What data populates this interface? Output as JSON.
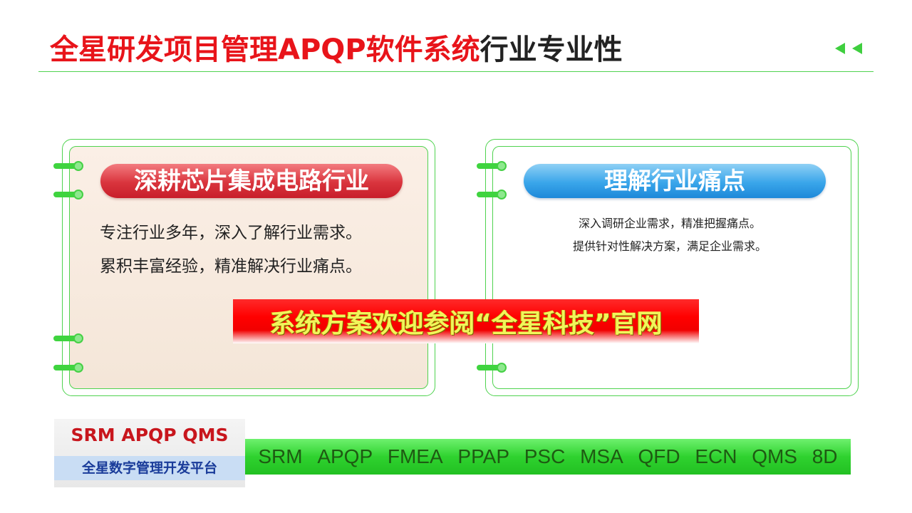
{
  "header": {
    "title_red": "全星研发项目管理APQP软件系统",
    "title_dark": "行业专业性"
  },
  "colors": {
    "accent_red": "#e8141a",
    "accent_green": "#4fd34f",
    "accent_blue": "#3aa6ea"
  },
  "card_left": {
    "heading": "深耕芯片集成电路行业",
    "lines": [
      "专注行业多年，深入了解行业需求。",
      "累积丰富经验，精准解决行业痛点。"
    ]
  },
  "card_right": {
    "heading": "理解行业痛点",
    "lines": [
      "深入调研企业需求，精准把握痛点。",
      "提供针对性解决方案，满足企业需求。"
    ]
  },
  "banner": {
    "text": "系统方案欢迎参阅“全星科技”官网"
  },
  "logo": {
    "top": "SRM  APQP  QMS",
    "bottom": "全星数字管理开发平台"
  },
  "modules": [
    "SRM",
    "APQP",
    "FMEA",
    "PPAP",
    "PSC",
    "MSA",
    "QFD",
    "ECN",
    "QMS",
    "8D"
  ]
}
